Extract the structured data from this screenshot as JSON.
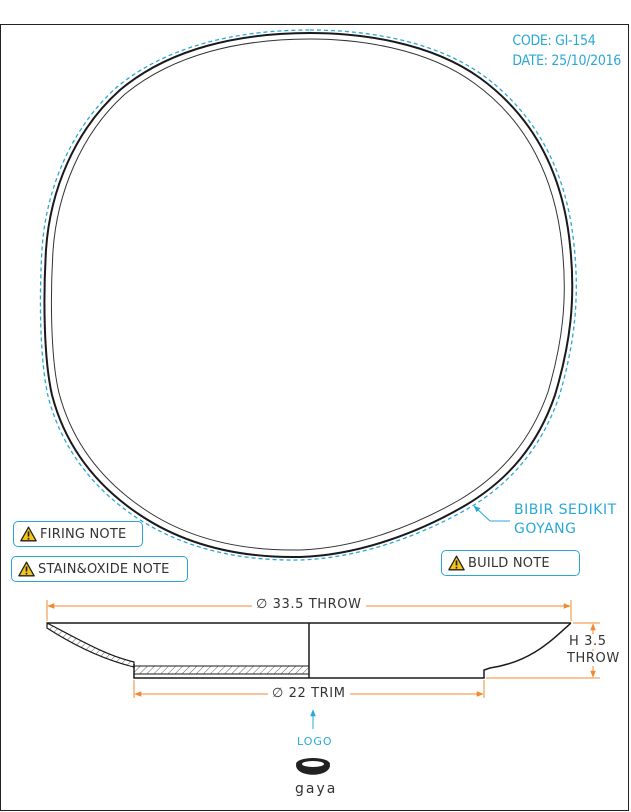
{
  "meta": {
    "code": "CODE: GI-154",
    "date": "DATE: 25/10/2016"
  },
  "notes": {
    "firing": "FIRING NOTE",
    "stain_oxide": "STAIN&OXIDE NOTE",
    "build": "BUILD NOTE"
  },
  "callout": {
    "line1": "BIBIR SEDIKIT",
    "line2": "GOYANG"
  },
  "dimensions": {
    "diameter_throw": "∅ 33.5 THROW",
    "height_line1": "H 3.5",
    "height_line2": "THROW",
    "diameter_trim": "∅ 22 TRIM"
  },
  "logo": {
    "label": "LOGO",
    "brand": "gaya"
  },
  "colors": {
    "accent_blue": "#29a8d8",
    "dimension_orange": "#f08a30",
    "line_dark": "#222222"
  },
  "icons": [
    "warning-triangle-icon",
    "gaya-bowl-logo-icon"
  ]
}
